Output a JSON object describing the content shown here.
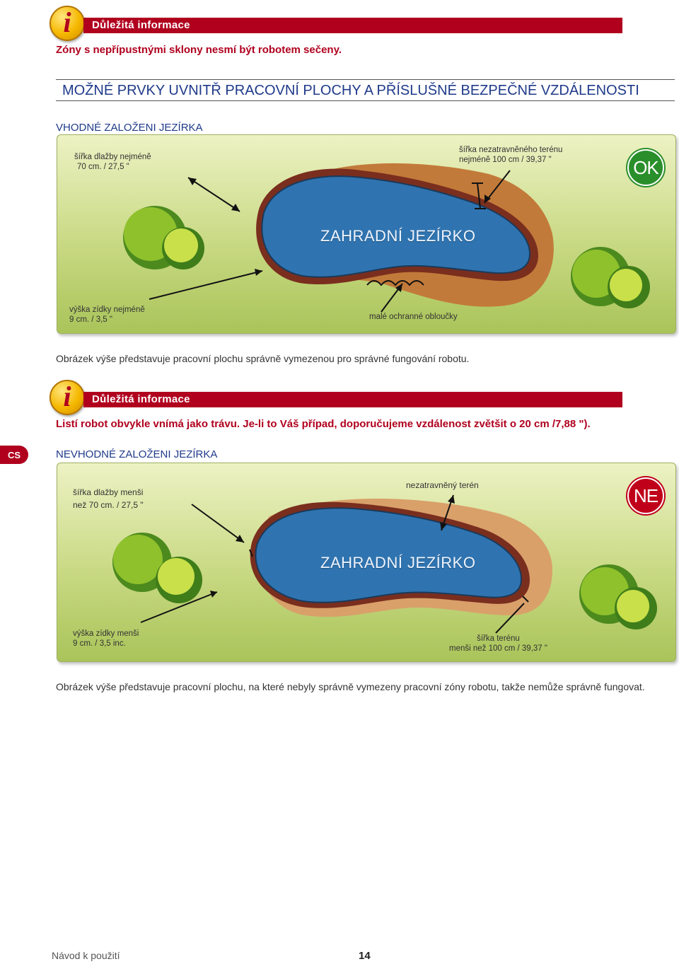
{
  "info1": {
    "heading": "Důležitá informace",
    "text": "Zóny s nepřípustnými sklony nesmí být robotem sečeny."
  },
  "section_title": "MOŽNÉ PRVKY UVNITŘ PRACOVNÍ PLOCHY A PŘÍSLUŠNÉ BEZPEČNÉ VZDÁLENOSTI",
  "good": {
    "title": "VHODNÉ ZALOŽENI JEZÍRKA",
    "badge": "OK",
    "pond_label": "ZAHRADNÍ JEZÍRKO",
    "paving_line1": "šířka dlažby nejméně",
    "paving_line2": "70 cm. / 27,5 \"",
    "terrain_line1": "šířka nezatravněného terénu",
    "terrain_line2": "nejméně 100 cm / 39,37 \"",
    "wall_line1": "výška zídky nejméně",
    "wall_line2": "9 cm. / 3,5 \"",
    "arches": "malé ochranné obloučky",
    "caption": "Obrázek výše představuje pracovní plochu správně vymezenou pro správné fungování robotu."
  },
  "info2": {
    "heading": "Důležitá informace",
    "text": "Listí robot obvykle vnímá jako trávu. Je-li to Váš případ, doporučujeme vzdálenost zvětšit o 20 cm /7,88 \")."
  },
  "lang_tab": "CS",
  "bad": {
    "title": "NEVHODNÉ ZALOŽENI JEZÍRKA",
    "badge": "NE",
    "pond_label": "ZAHRADNÍ JEZÍRKO",
    "paving_line1": "šířka dlažby menši",
    "paving_line2": "než 70 cm. / 27,5 \"",
    "terrain": "nezatravněný terén",
    "wall_line1": "výška zídky menši",
    "wall_line2": "9 cm. / 3,5 inc.",
    "ground_line1": "šířka terénu",
    "ground_line2": "menši než 100 cm / 39,37 \"",
    "caption": "Obrázek výše představuje pracovní plochu, na které nebyly správně vymezeny pracovní zóny robotu, takže nemůže správně fungovat."
  },
  "footer": {
    "left": "Návod k použití",
    "page": "14"
  }
}
